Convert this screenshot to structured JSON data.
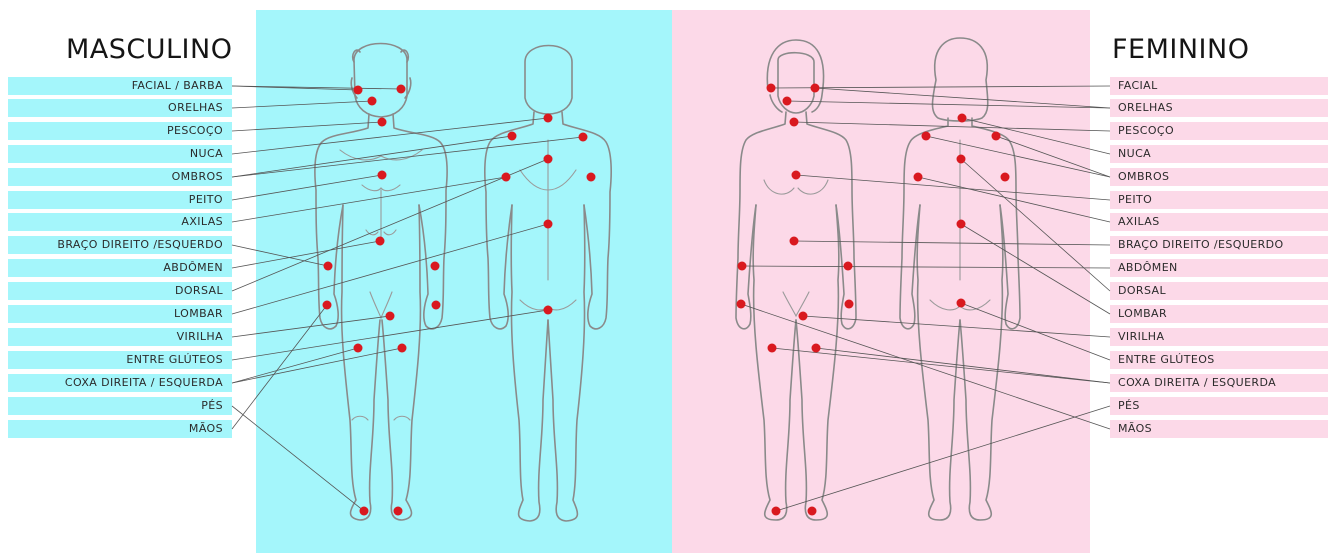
{
  "colors": {
    "male_bg": "#a4f6fb",
    "female_bg": "#fcd9e8",
    "dot": "#d9191f"
  },
  "male": {
    "title": "MASCULINO",
    "labels": [
      "FACIAL / BARBA",
      "ORELHAS",
      "PESCOÇO",
      "NUCA",
      "OMBROS",
      "PEITO",
      "AXILAS",
      "BRAÇO DIREITO /ESQUERDO",
      "ABDÔMEN",
      "DORSAL",
      "LOMBAR",
      "VIRILHA",
      "ENTRE GLÚTEOS",
      "COXA DIREITA / ESQUERDA",
      "PÉS",
      "MÃOS"
    ]
  },
  "female": {
    "title": "FEMININO",
    "labels": [
      "FACIAL",
      "ORELHAS",
      "PESCOÇO",
      "NUCA",
      "OMBROS",
      "PEITO",
      "AXILAS",
      "BRAÇO DIREITO /ESQUERDO",
      "ABDÔMEN",
      "DORSAL",
      "LOMBAR",
      "VIRILHA",
      "ENTRE GLÚTEOS",
      "COXA DIREITA / ESQUERDA",
      "PÉS",
      "MÃOS"
    ]
  }
}
